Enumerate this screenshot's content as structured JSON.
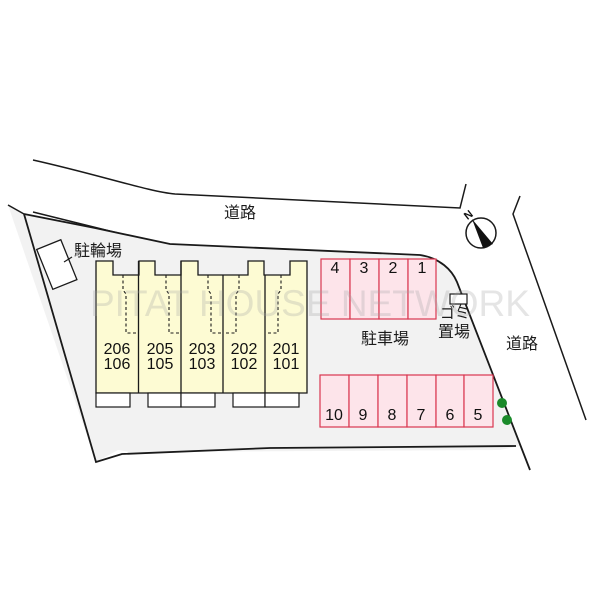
{
  "map": {
    "type": "site-plan",
    "watermark": "PITAT HOUSE NETWORK",
    "colors": {
      "lot_fill": "#f2f2f2",
      "building_fill": "#fdfbd3",
      "parking_fill": "#fde4ea",
      "parking_border": "#d9364f",
      "tree": "#1a8a2a",
      "line": "#1a1a1a"
    },
    "labels": {
      "road_top": "道路",
      "road_right": "道路",
      "bicycle_parking": "駐輪場",
      "parking_lot": "駐車場",
      "garbage_line1": "ゴミ",
      "garbage_line2": "置場",
      "compass_north": "N"
    },
    "building_units": [
      {
        "upper": "206",
        "lower": "106"
      },
      {
        "upper": "205",
        "lower": "105"
      },
      {
        "upper": "203",
        "lower": "103"
      },
      {
        "upper": "202",
        "lower": "102"
      },
      {
        "upper": "201",
        "lower": "101"
      }
    ],
    "parking_top": [
      "4",
      "3",
      "2",
      "1"
    ],
    "parking_bottom": [
      "10",
      "9",
      "8",
      "7",
      "6",
      "5"
    ]
  }
}
